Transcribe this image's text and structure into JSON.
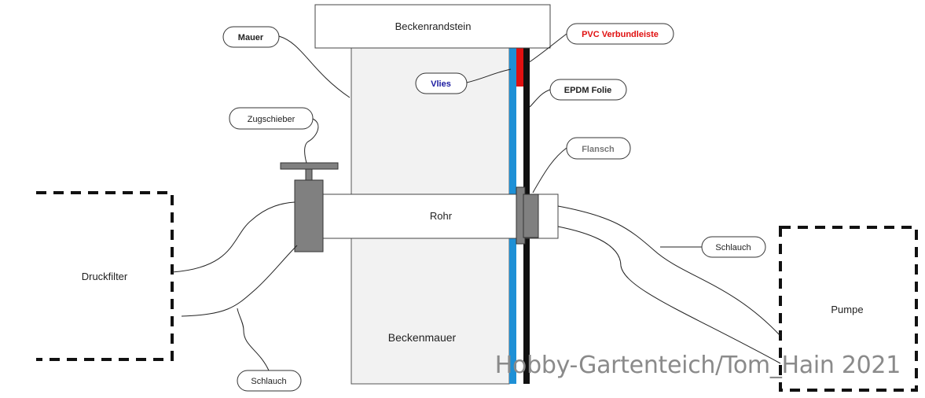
{
  "diagram": {
    "labels": {
      "beckenrandstein": "Beckenrandstein",
      "mauer": "Mauer",
      "pvc": "PVC Verbundleiste",
      "vlies": "Vlies",
      "epdm": "EPDM Folie",
      "zugschieber": "Zugschieber",
      "flansch": "Flansch",
      "rohr": "Rohr",
      "druckfilter": "Druckfilter",
      "beckenmauer": "Beckenmauer",
      "schlauch_right": "Schlauch",
      "schlauch_left": "Schlauch",
      "pumpe": "Pumpe"
    },
    "watermark": "Hobby-Gartenteich/Tom_Hain 2021",
    "colors": {
      "wall_fill": "#f2f2f2",
      "vlies_strip": "#1e90d6",
      "pvc_strip": "#e01010",
      "epdm_strip": "#111111",
      "valve_gray": "#808080",
      "pvc_text": "#e01010",
      "vlies_text": "#1a1aa0"
    }
  }
}
